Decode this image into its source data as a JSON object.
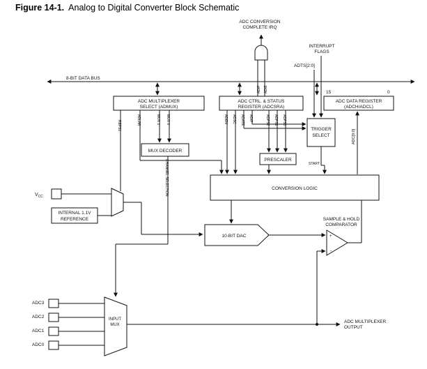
{
  "figure": {
    "number": "Figure 14-1.",
    "title": "Analog to Digital Converter Block Schematic"
  },
  "labels": {
    "irq_line1": "ADC CONVERSION",
    "irq_line2": "COMPLETE IRQ",
    "int_flags_line1": "INTERRUPT",
    "int_flags_line2": "FLAGS",
    "adts": "ADTS[2:0]",
    "data_bus": "8-BIT DATA BUS",
    "bit15": "15",
    "bit0": "0",
    "admux_line1": "ADC MULTIPLEXER",
    "admux_line2": "SELECT (ADMUX)",
    "adcsra_line1": "ADC CTRL. & STATUS",
    "adcsra_line2": "REGISTER (ADCSRA)",
    "adcdata_line1": "ADC DATA REGISTER",
    "adcdata_line2": "(ADCH/ADCL)",
    "refs1": "REFS1",
    "adlar": "ADLAR",
    "mux1": "MUX 1",
    "mux0": "MUX 0",
    "adif": "ADIF",
    "adie": "ADIE",
    "aden": "ADEN",
    "adsc": "ADSC",
    "adate": "ADATE",
    "adif2": "ADIF",
    "adps2": "ADPS2",
    "adps1": "ADPS1",
    "adps0": "ADPS0",
    "adc_bits": "ADC[9:0]",
    "trigger_line1": "TRIGGER",
    "trigger_line2": "SELECT",
    "mux_decoder": "MUX DECODER",
    "prescaler": "PRESCALER",
    "start": "START",
    "channel_selection": "CHANNEL SELECTION",
    "conversion_logic": "CONVERSION LOGIC",
    "vcc": "V",
    "vcc_sub": "CC",
    "internal_ref_line1": "INTERNAL 1.1V",
    "internal_ref_line2": "REFERENCE",
    "dac": "10-BIT DAC",
    "sh_line1": "SAMPLE & HOLD",
    "sh_line2": "COMPARATOR",
    "plus": "+",
    "minus": "-",
    "adc3": "ADC3",
    "adc2": "ADC2",
    "adc1": "ADC1",
    "adc0": "ADC0",
    "input_mux_line1": "INPUT",
    "input_mux_line2": "MUX",
    "mux_out_line1": "ADC MULTIPLEXER",
    "mux_out_line2": "OUTPUT"
  }
}
